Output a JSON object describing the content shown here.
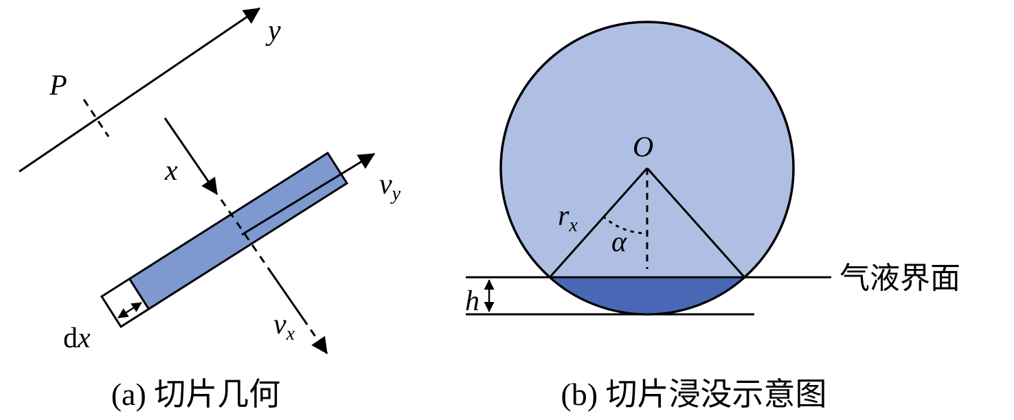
{
  "figure": {
    "panel_a": {
      "caption": "(a) 切片几何",
      "labels": {
        "y_axis": "y",
        "point_p": "P",
        "x_axis": "x",
        "velocity": "v",
        "velocity_sub_y": "y",
        "velocity_sub_x": "x",
        "thickness_d": "d",
        "thickness_sub": "x"
      },
      "colors": {
        "slice_fill": "#7d99cf"
      }
    },
    "panel_b": {
      "caption": "(b) 切片浸没示意图",
      "labels": {
        "center": "O",
        "radius": "r",
        "radius_sub": "x",
        "angle_alpha": "α",
        "depth_h": "h",
        "interface": "气液界面"
      },
      "colors": {
        "circle_fill": "#aebfe3",
        "submerged_fill": "#4968b6"
      }
    }
  }
}
